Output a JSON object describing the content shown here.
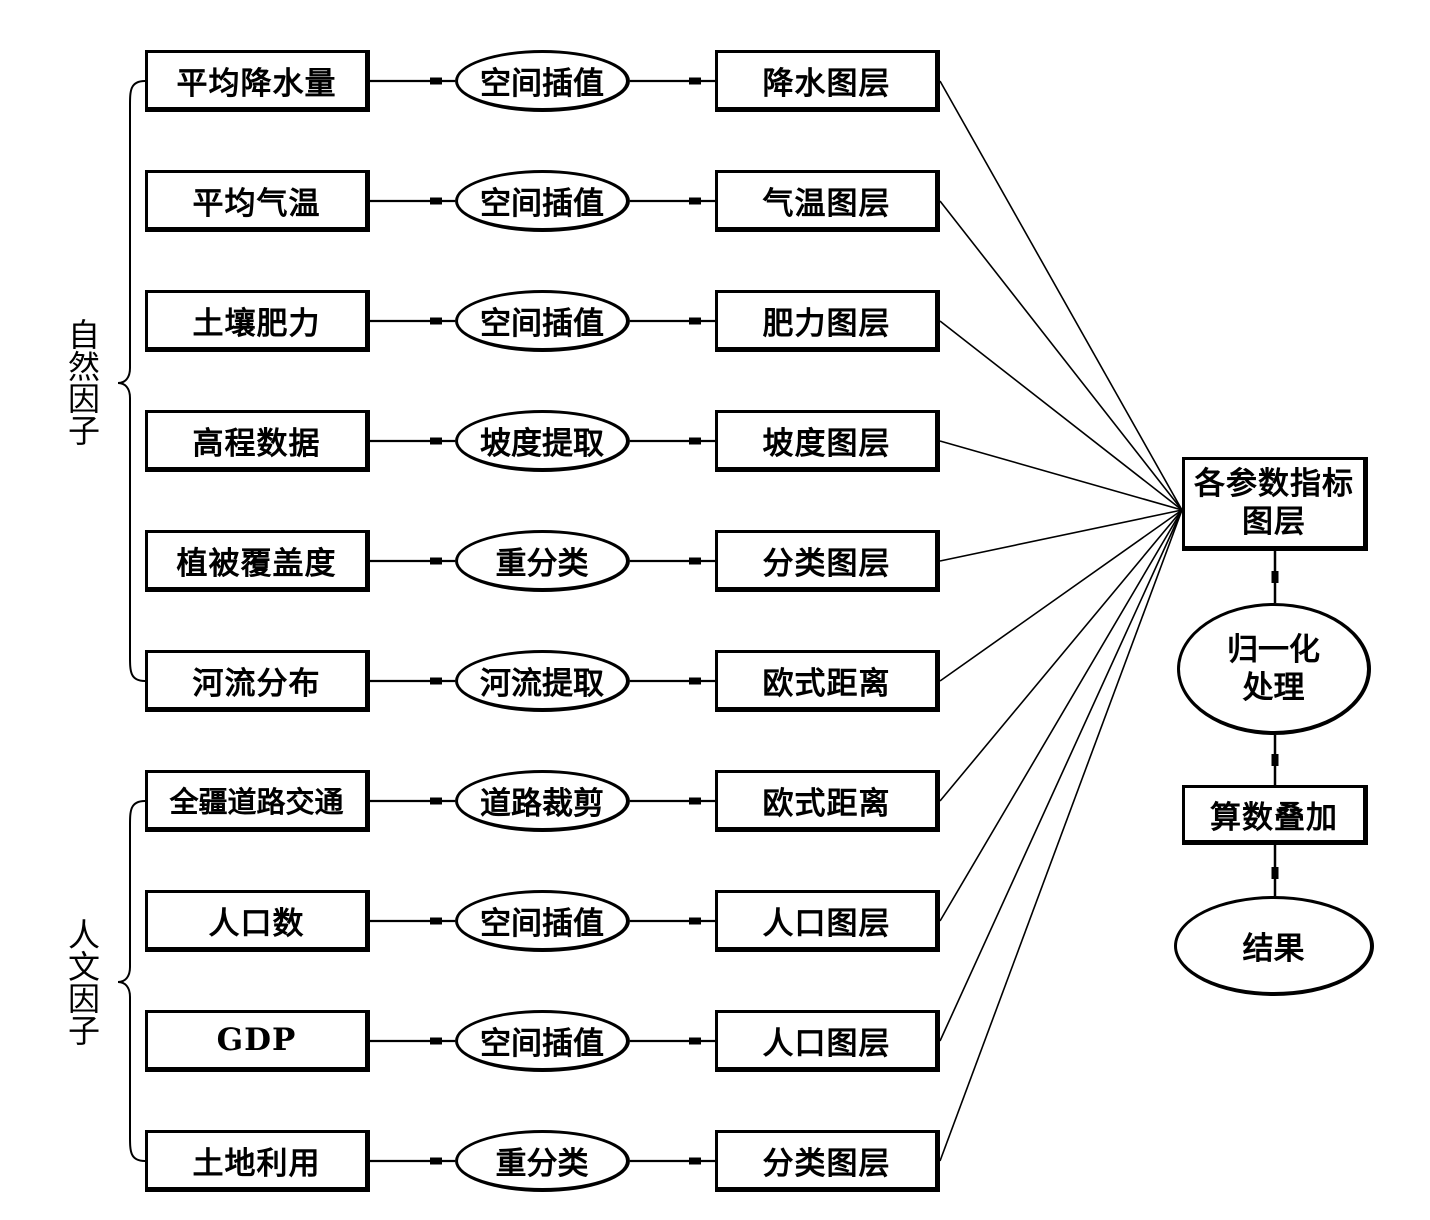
{
  "groups": [
    {
      "label": "自然因子"
    },
    {
      "label": "人文因子"
    }
  ],
  "rows": [
    {
      "input": "平均降水量",
      "process": "空间插值",
      "layer": "降水图层"
    },
    {
      "input": "平均气温",
      "process": "空间插值",
      "layer": "气温图层"
    },
    {
      "input": "土壤肥力",
      "process": "空间插值",
      "layer": "肥力图层"
    },
    {
      "input": "高程数据",
      "process": "坡度提取",
      "layer": "坡度图层"
    },
    {
      "input": "植被覆盖度",
      "process": "重分类",
      "layer": "分类图层"
    },
    {
      "input": "河流分布",
      "process": "河流提取",
      "layer": "欧式距离"
    },
    {
      "input": "全疆道路交通",
      "process": "道路裁剪",
      "layer": "欧式距离"
    },
    {
      "input": "人口数",
      "process": "空间插值",
      "layer": "人口图层"
    },
    {
      "input": "GDP",
      "process": "空间插值",
      "layer": "人口图层"
    },
    {
      "input": "土地利用",
      "process": "重分类",
      "layer": "分类图层"
    }
  ],
  "pipeline": {
    "merge_line1": "各参数指标",
    "merge_line2": "图层",
    "normalize_line1": "归一化",
    "normalize_line2": "处理",
    "overlay": "算数叠加",
    "result": "结果"
  }
}
